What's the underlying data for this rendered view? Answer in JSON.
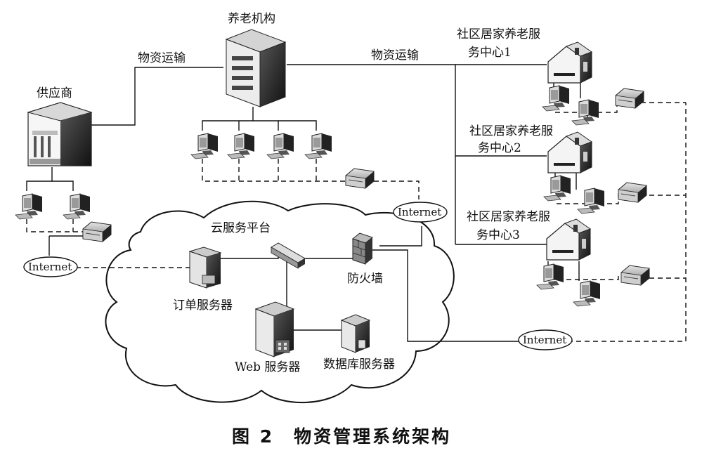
{
  "labels": {
    "supplier": "供应商",
    "elder_org": "养老机构",
    "transport_1": "物资运输",
    "transport_2": "物资运输",
    "center1_line1": "社区居家养老服",
    "center1_line2": "务中心1",
    "center2_line1": "社区居家养老服",
    "center2_line2": "务中心2",
    "center3_line1": "社区居家养老服",
    "center3_line2": "务中心3",
    "cloud_platform": "云服务平台",
    "order_server": "订单服务器",
    "firewall": "防火墙",
    "web_server": "Web 服务器",
    "db_server": "数据库服务器",
    "internet_left": "Internet",
    "internet_mid": "Internet",
    "internet_right": "Internet"
  },
  "caption": "图 2　物资管理系统架构"
}
